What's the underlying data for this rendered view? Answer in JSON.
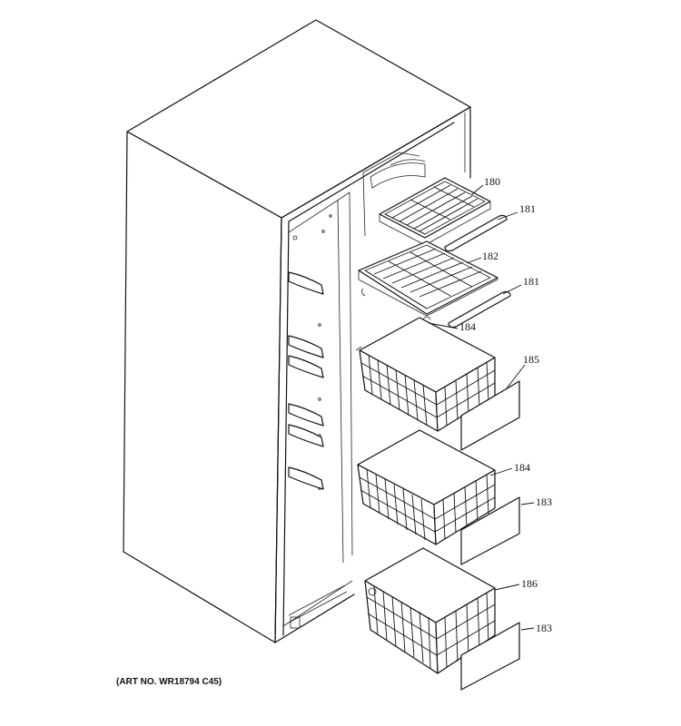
{
  "diagram": {
    "art_number": "(ART NO. WR18794 C45)",
    "callouts": [
      {
        "id": "c180",
        "label": "180",
        "part": "upper-freezer-shelf"
      },
      {
        "id": "c181a",
        "label": "181",
        "part": "upper-shelf-front-trim"
      },
      {
        "id": "c182",
        "label": "182",
        "part": "lower-freezer-shelf"
      },
      {
        "id": "c181b",
        "label": "181",
        "part": "lower-shelf-front-trim"
      },
      {
        "id": "c184a",
        "label": "184",
        "part": "upper-wire-basket"
      },
      {
        "id": "c185",
        "label": "185",
        "part": "upper-basket-front"
      },
      {
        "id": "c184b",
        "label": "184",
        "part": "middle-wire-basket"
      },
      {
        "id": "c183a",
        "label": "183",
        "part": "middle-basket-front"
      },
      {
        "id": "c186",
        "label": "186",
        "part": "bottom-wire-basket"
      },
      {
        "id": "c183b",
        "label": "183",
        "part": "bottom-basket-front"
      }
    ]
  }
}
